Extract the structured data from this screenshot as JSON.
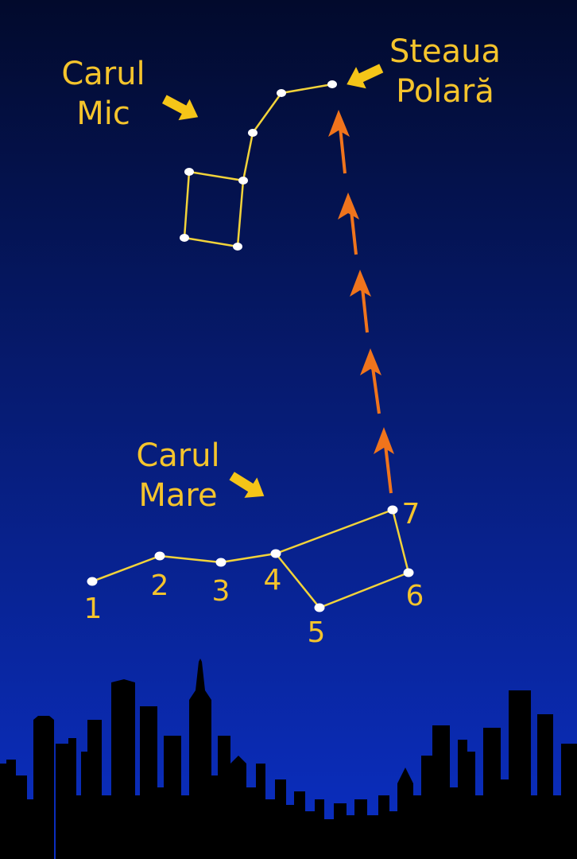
{
  "colors": {
    "sky_top": "#020a2c",
    "sky_bottom": "#0b2fc4",
    "line": "#f2d33a",
    "text": "#f5c42c",
    "star": "#ffffff",
    "guide_arrow": "#f0741c",
    "pointer_arrow": "#f5c518",
    "skyline": "#000000"
  },
  "labels": {
    "little_dipper_line1": "Carul",
    "little_dipper_line2": "Mic",
    "polaris_line1": "Steaua",
    "polaris_line2": "Polară",
    "big_dipper_line1": "Carul",
    "big_dipper_line2": "Mare"
  },
  "big_dipper_numbers": [
    "1",
    "2",
    "3",
    "4",
    "5",
    "6",
    "7"
  ],
  "icons": {
    "pointer": "yellow-arrow-icon",
    "guide": "orange-arrowhead-icon",
    "star": "star-dot-icon"
  }
}
